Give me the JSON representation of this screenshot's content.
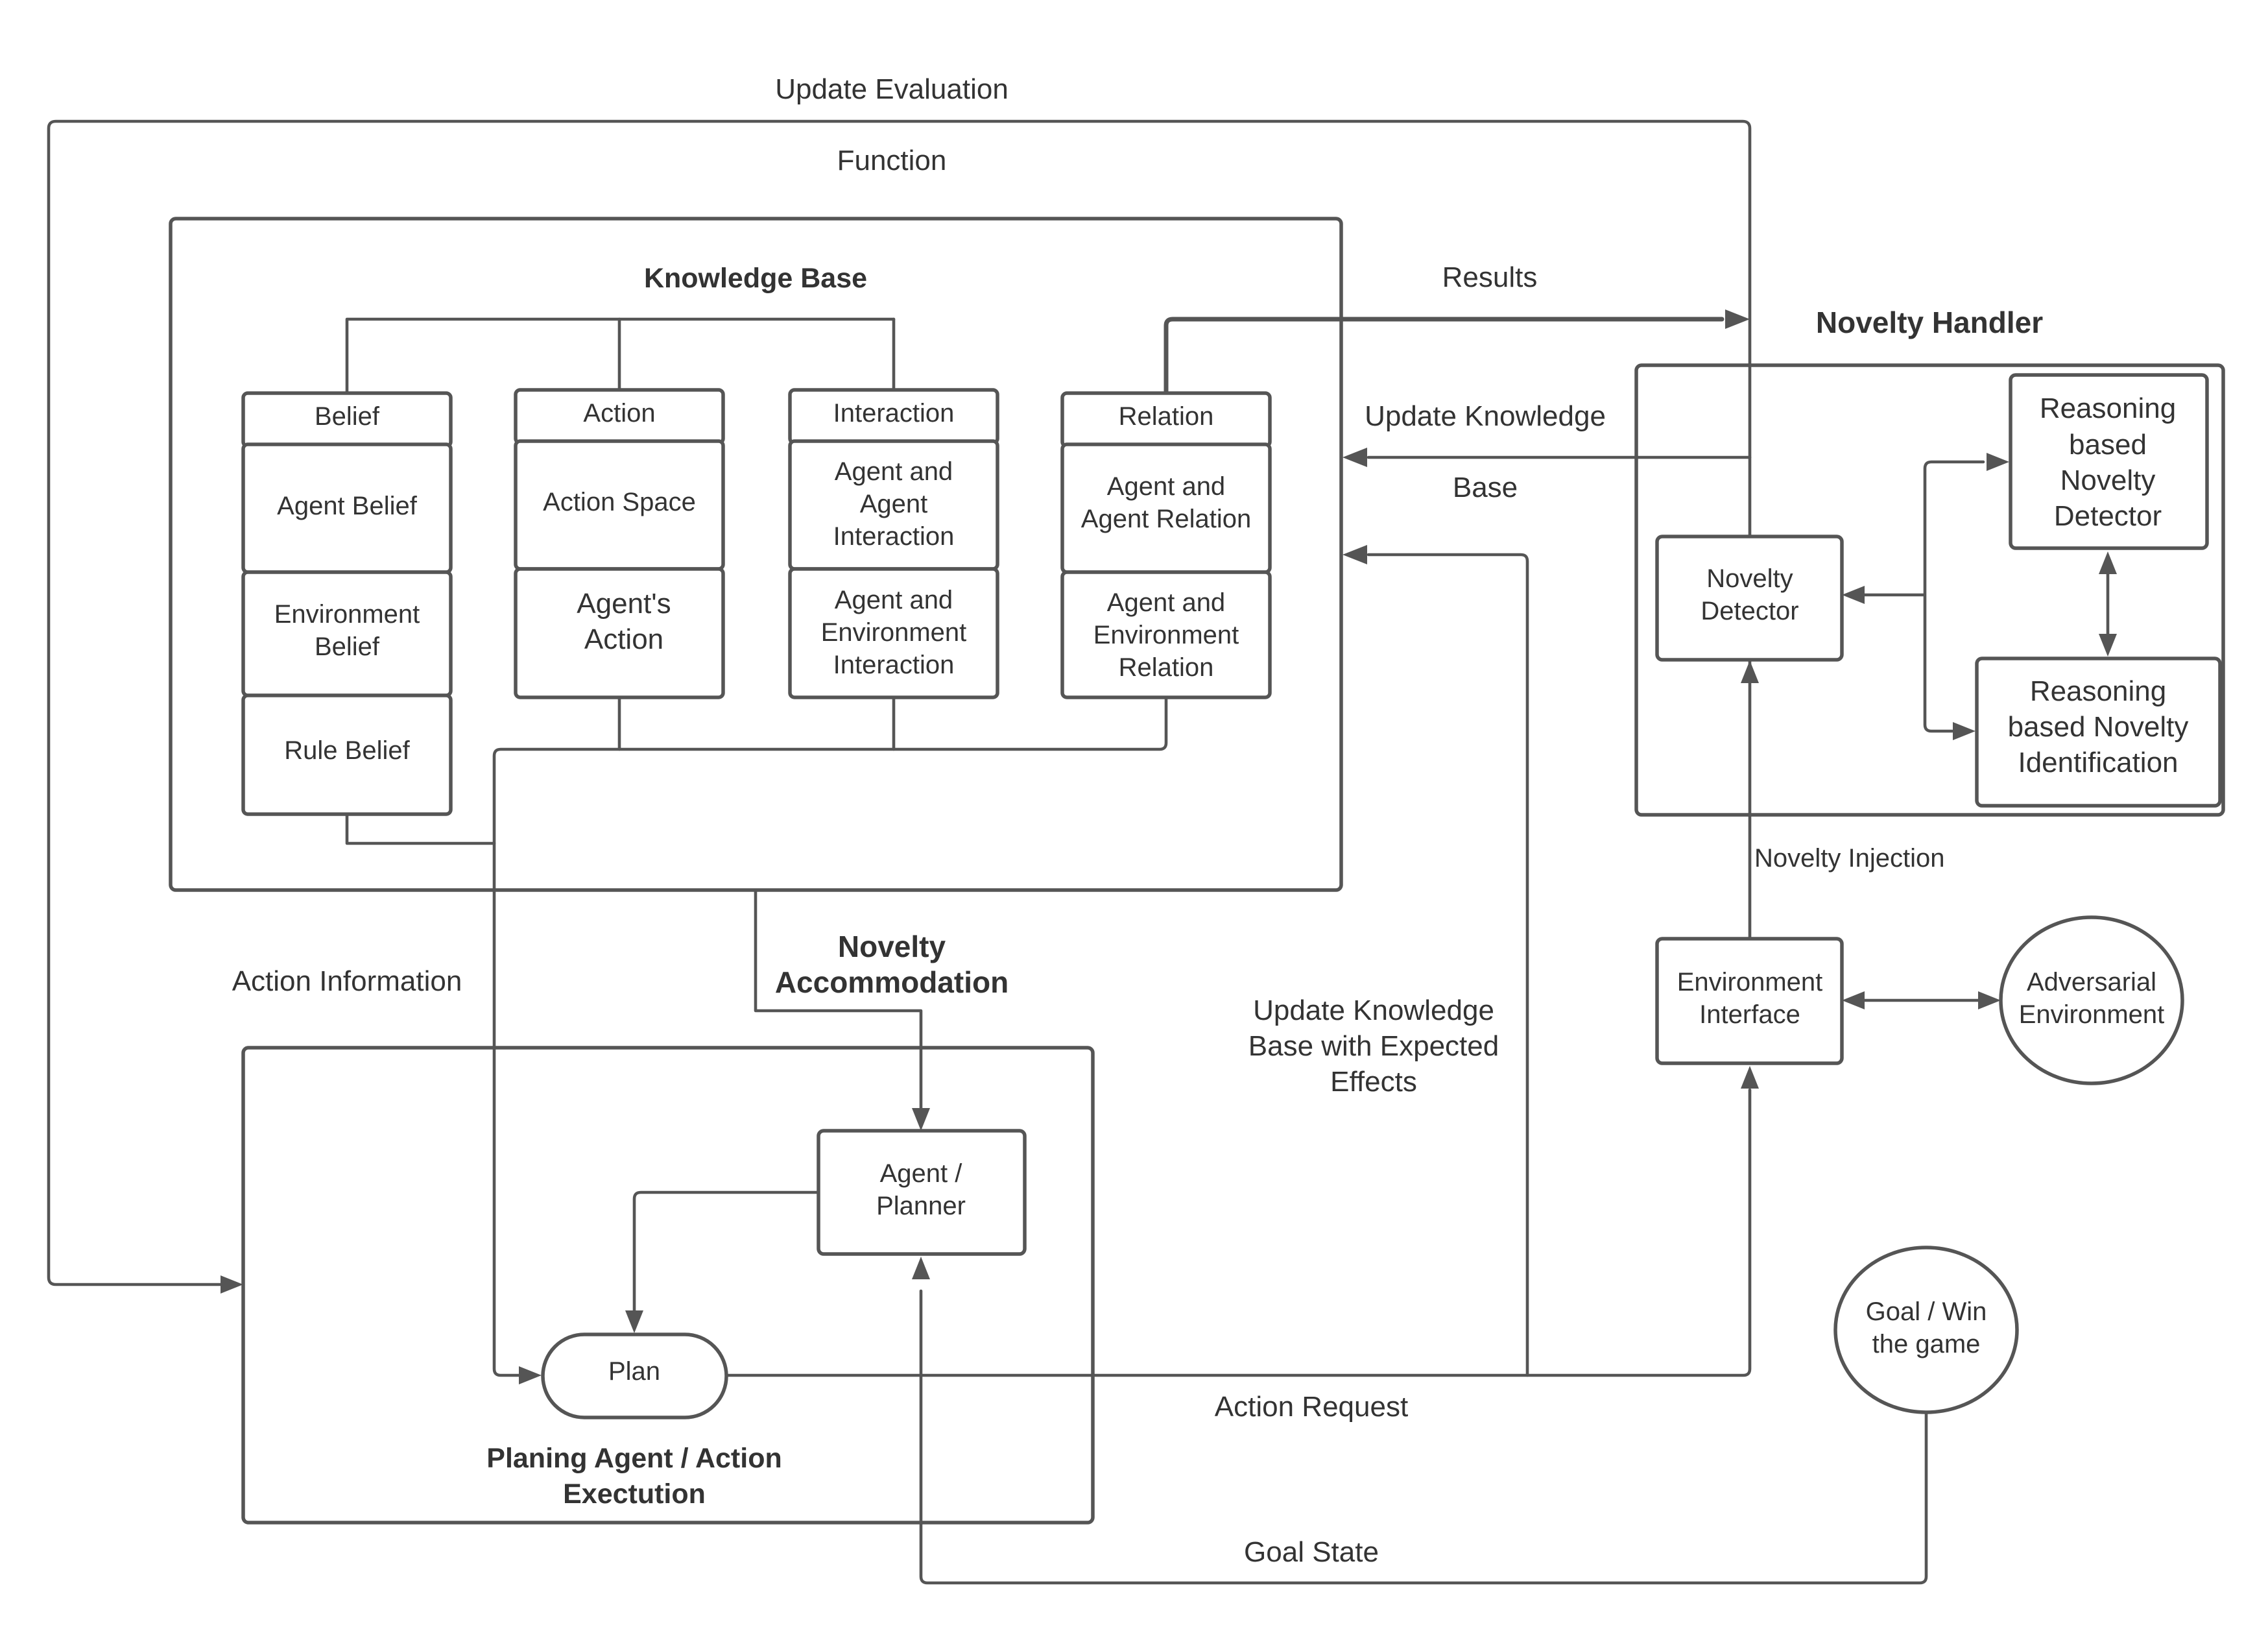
{
  "labels": {
    "update_eval_1": "Update Evaluation",
    "update_eval_2": "Function",
    "results": "Results",
    "update_kb_1": "Update Knowledge",
    "update_kb_2": "Base",
    "novelty_injection": "Novelty Injection",
    "action_information": "Action Information",
    "novelty_accommodation_1": "Novelty",
    "novelty_accommodation_2": "Accommodation",
    "update_kb_expected_1": "Update Knowledge",
    "update_kb_expected_2": "Base with Expected",
    "update_kb_expected_3": "Effects",
    "action_request": "Action Request",
    "goal_state": "Goal State"
  },
  "knowledge_base": {
    "title": "Knowledge Base",
    "belief": {
      "header": "Belief",
      "items": [
        "Agent Belief",
        "Environment Belief",
        "Rule Belief"
      ]
    },
    "action": {
      "header": "Action",
      "items": [
        "Action Space",
        "Agent's Action"
      ]
    },
    "interaction": {
      "header": "Interaction",
      "items": [
        "Agent and Agent Interaction",
        "Agent and Environment Interaction"
      ]
    },
    "relation": {
      "header": "Relation",
      "items": [
        "Agent and Agent Relation",
        "Agent and Environment Relation"
      ]
    }
  },
  "novelty_handler": {
    "title": "Novelty Handler",
    "detector": "Novelty Detector",
    "reasoning_detector": "Reasoning based Novelty Detector",
    "reasoning_identification": "Reasoning based Novelty Identification"
  },
  "environment_interface": "Environment Interface",
  "adversarial_environment": "Adversarial Environment",
  "goal_node": "Goal / Win the game",
  "planning": {
    "title_1": "Planing Agent / Action",
    "title_2": "Exectution",
    "agent_planner": "Agent / Planner",
    "plan": "Plan"
  }
}
